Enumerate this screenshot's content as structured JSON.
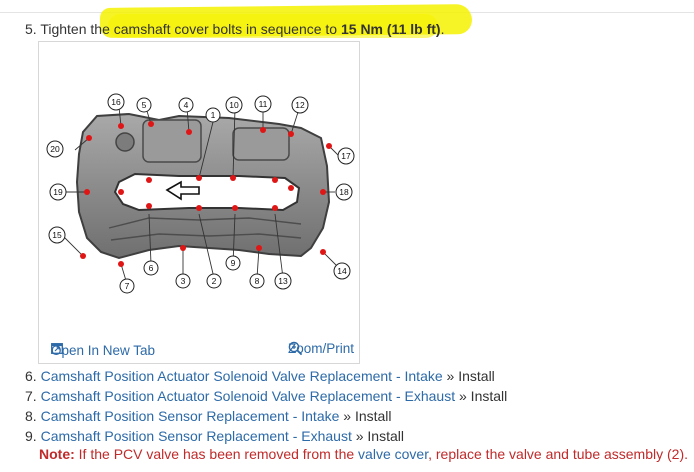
{
  "step5": {
    "number": "5.",
    "text_before": "Tighten the camshaft cover bolts in sequence to",
    "torque": "15 Nm (11 lb ft)",
    "text_after": "."
  },
  "figure": {
    "open_link": "Open In New Tab",
    "zoom_link": "Zoom/Print",
    "open_icon": "open-in-new-tab-icon",
    "zoom_icon": "zoom-in-icon",
    "bolt_labels": [
      "1",
      "2",
      "3",
      "4",
      "5",
      "6",
      "7",
      "8",
      "9",
      "10",
      "11",
      "12",
      "13",
      "14",
      "15",
      "16",
      "17",
      "18",
      "19",
      "20"
    ]
  },
  "steps": [
    {
      "number": "6.",
      "link": "Camshaft Position Actuator Solenoid Valve Replacement - Intake",
      "suffix": "» Install"
    },
    {
      "number": "7.",
      "link": "Camshaft Position Actuator Solenoid Valve Replacement - Exhaust",
      "suffix": "» Install"
    },
    {
      "number": "8.",
      "link": "Camshaft Position Sensor Replacement - Intake",
      "suffix": "» Install"
    },
    {
      "number": "9.",
      "link": "Camshaft Position Sensor Replacement - Exhaust",
      "suffix": "» Install"
    }
  ],
  "note": {
    "label": "Note:",
    "text1": "If the PCV valve has been removed from the",
    "link": "valve cover",
    "text2": ", replace the valve and tube assembly (2)."
  },
  "colors": {
    "link": "#2d6aa8",
    "note": "#c02a2a",
    "highlight": "#f4f200",
    "bolt": "#e01515"
  }
}
